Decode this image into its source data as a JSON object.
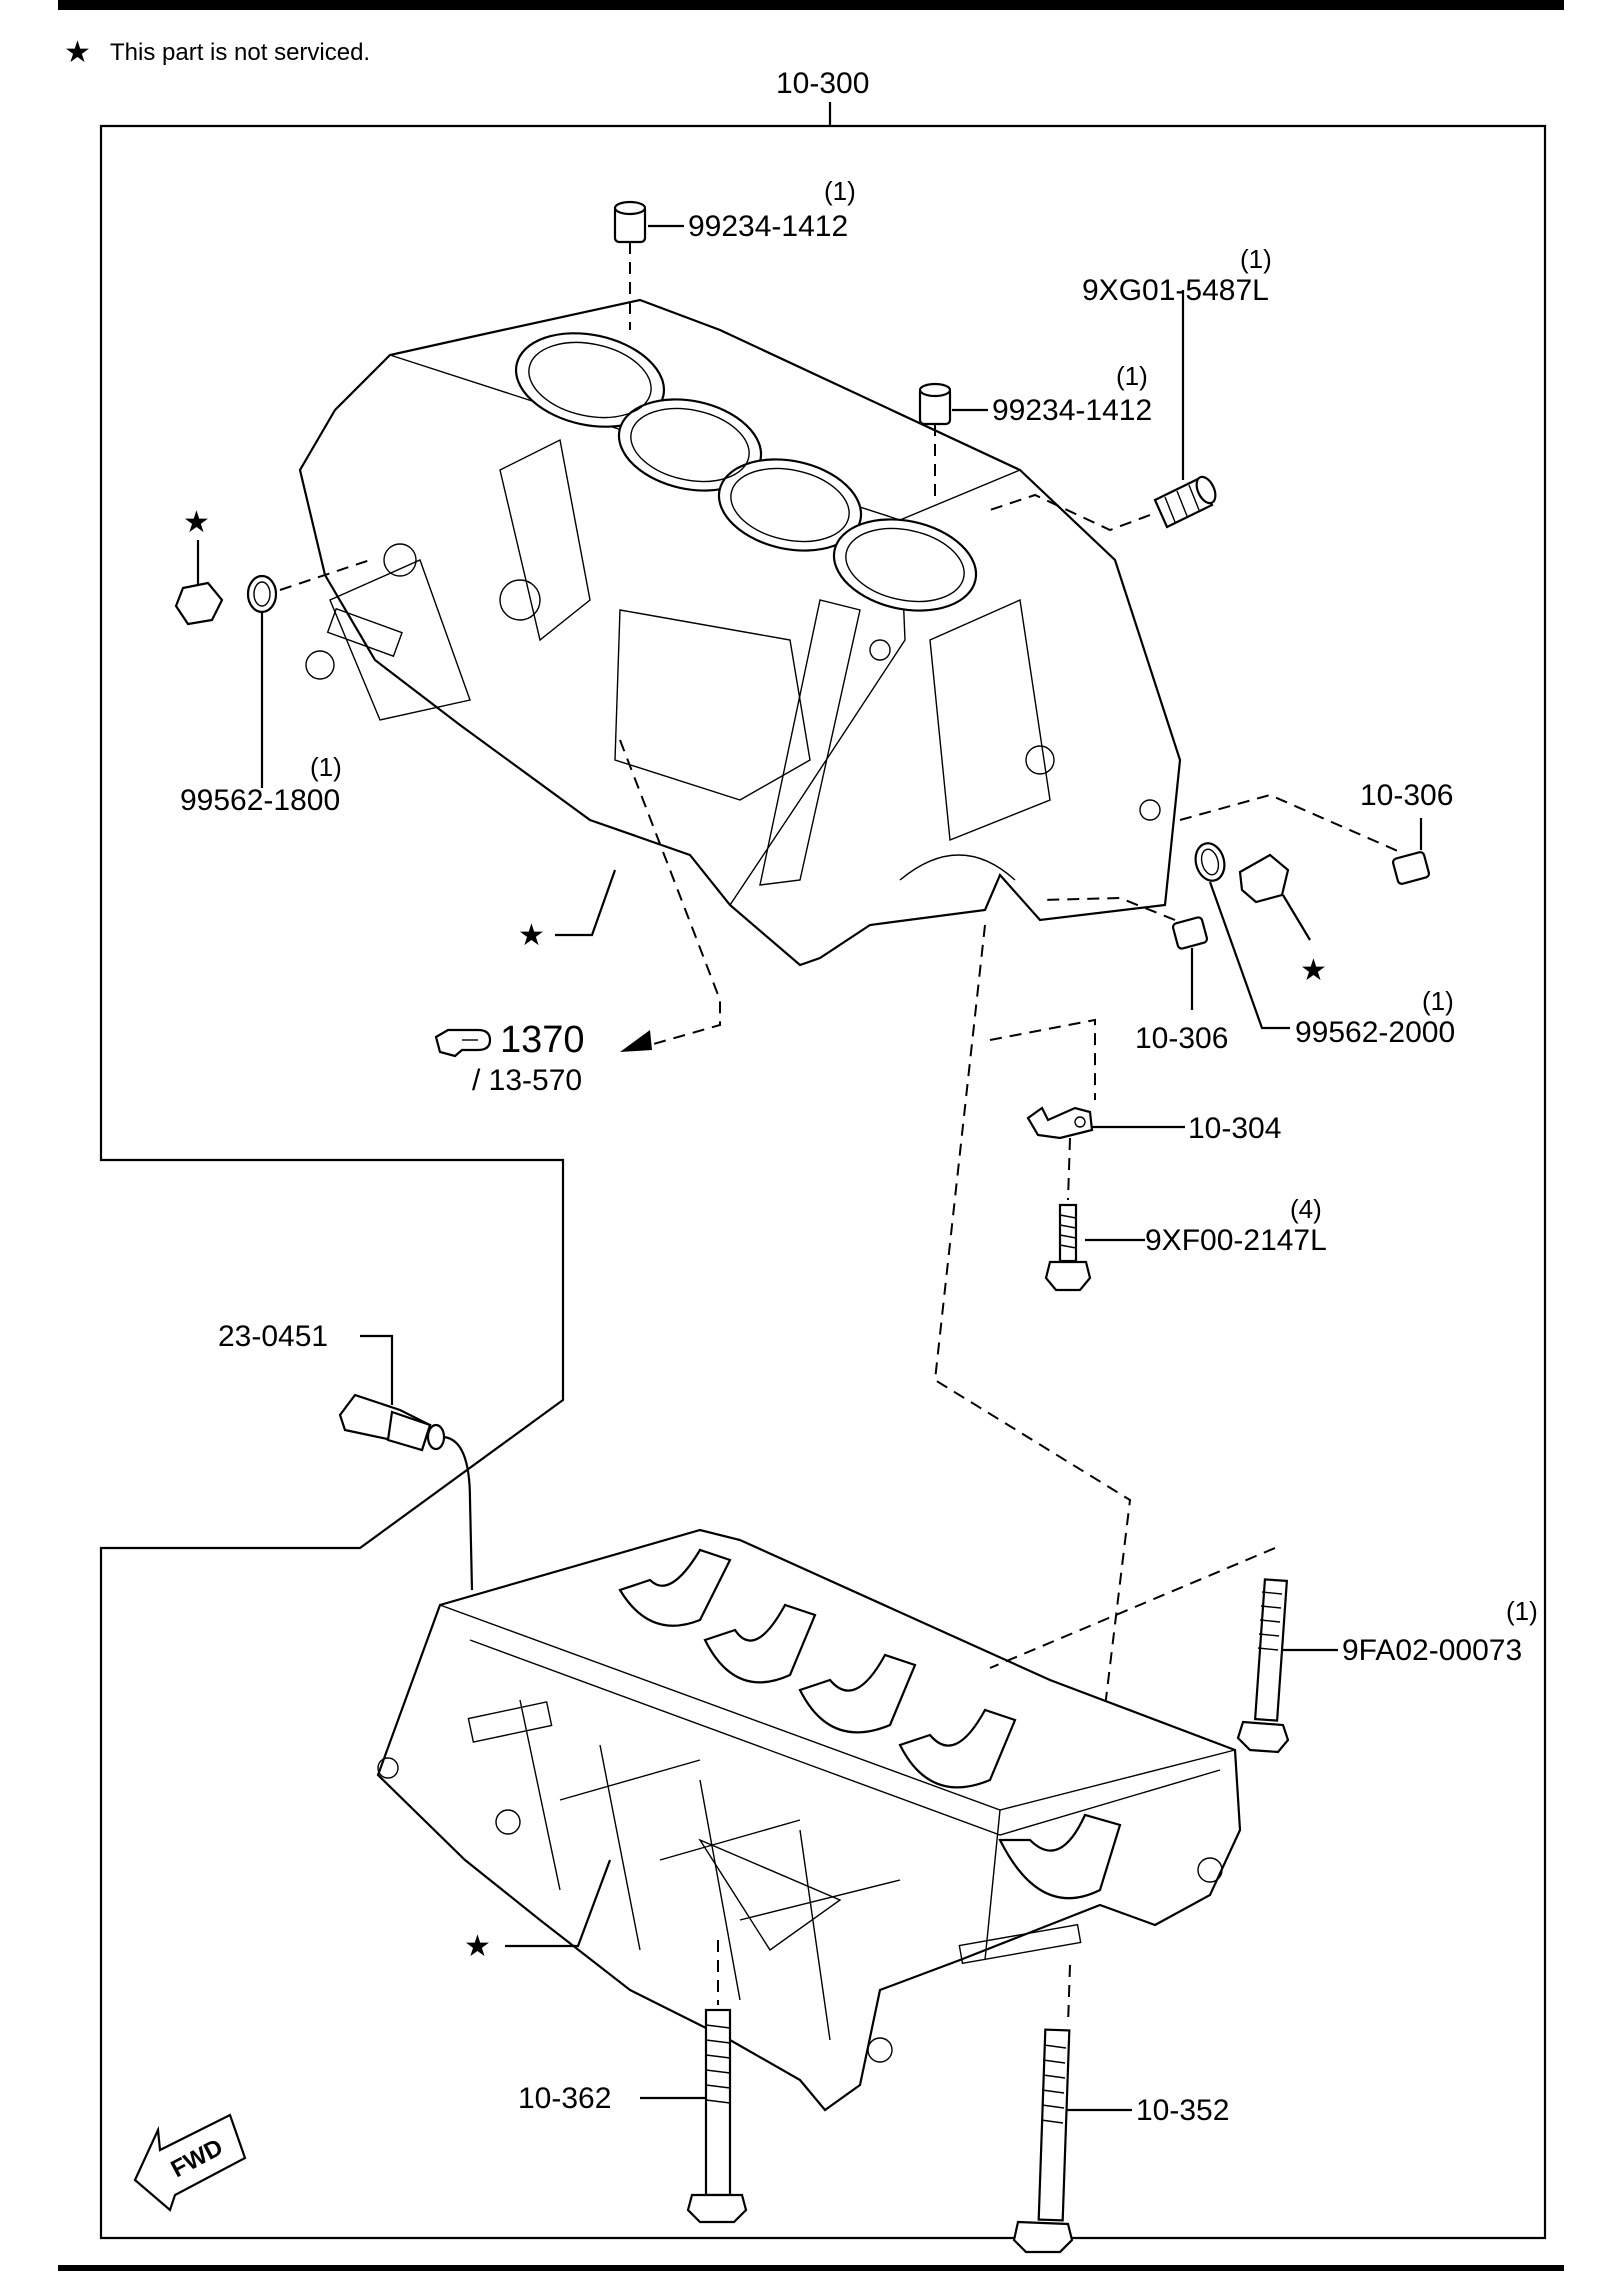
{
  "notice": {
    "star": "★",
    "text": "This part is not serviced."
  },
  "frame_label": "10-300",
  "callouts": {
    "dowel_top": {
      "number": "99234-1412",
      "qty": "(1)"
    },
    "plug_top": {
      "number": "9XG01-5487L",
      "qty": "(1)"
    },
    "dowel_mid": {
      "number": "99234-1412",
      "qty": "(1)"
    },
    "seal_left": {
      "number": "99562-1800",
      "qty": "(1)"
    },
    "pin_right": {
      "number": "10-306"
    },
    "pin_right_low": {
      "number": "10-306"
    },
    "seal_right": {
      "number": "99562-2000",
      "qty": "(1)"
    },
    "bracket": {
      "number": "10-304"
    },
    "bracket_bolt": {
      "number": "9XF00-2147L",
      "qty": "(4)"
    },
    "sensor": {
      "number": "23-0451"
    },
    "main_bolt": {
      "number": "9FA02-00073",
      "qty": "(1)"
    },
    "bolt_left": {
      "number": "10-362"
    },
    "bolt_right": {
      "number": "10-352"
    }
  },
  "reference": {
    "page": "1370",
    "sub": "/ 13-570",
    "pointer_icon": "hand-pointer-icon"
  },
  "stars": [
    "★",
    "★",
    "★",
    "★"
  ],
  "direction": {
    "label": "FWD"
  }
}
